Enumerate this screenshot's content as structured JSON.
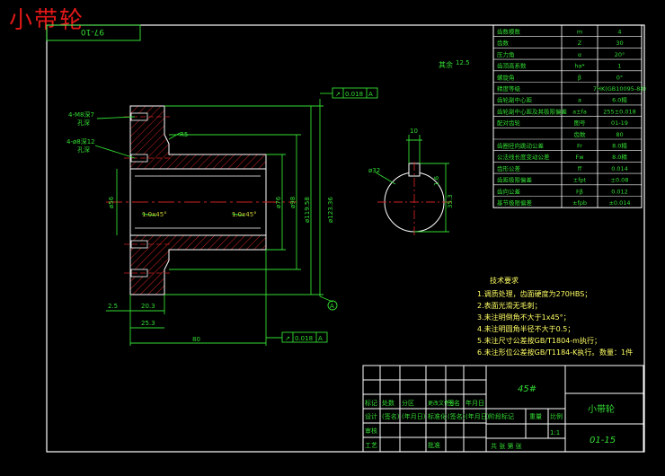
{
  "overlay_title": "小带轮",
  "corner_code": "97-10",
  "roughness_general": "其余",
  "roughness_value": "12.5",
  "datum": "A",
  "tol_frame_top": {
    "symbol": "↗",
    "value": "0.018",
    "datum": "A"
  },
  "tol_frame_bottom": {
    "symbol": "↗",
    "value": "0.018",
    "datum": "A"
  },
  "dims": {
    "d_bore_left": "ø56",
    "d_groove": "ø76",
    "d_hub": "ø98",
    "d_root": "ø119.58",
    "d_outer": "ø123.36",
    "len_2_5": "2.5",
    "len_20_3": "20.3",
    "len_25_3": "25.3",
    "len_80": "80",
    "chamfer_l": "1.0x45°",
    "chamfer_r": "1.0x45°",
    "radius": "R5",
    "hole_note_top_a": "4-M8深7",
    "hole_note_top_b": "孔深",
    "hole_note_mid_a": "4-ø8深12",
    "hole_note_mid_b": "孔深",
    "key_width": "10",
    "key_depth": "35.3",
    "key_dia": "ø32",
    "key_tol": "1.6"
  },
  "params": [
    {
      "name": "齿数模数",
      "sym": "m",
      "val": "4"
    },
    {
      "name": "齿数",
      "sym": "Z",
      "val": "30"
    },
    {
      "name": "压力角",
      "sym": "α",
      "val": "20°"
    },
    {
      "name": "齿顶高系数",
      "sym": "ha*",
      "val": "1"
    },
    {
      "name": "螺旋角",
      "sym": "β",
      "val": "0°"
    },
    {
      "name": "精度等级",
      "sym": "",
      "val": "7HK(GB10095-88)"
    },
    {
      "name": "齿轮副中心距",
      "sym": "a",
      "val": "6.0精"
    },
    {
      "name": "齿轮副中心距及其极限偏差",
      "sym": "a±fa",
      "val": "255±0.018"
    },
    {
      "name": "配对齿轮",
      "sym": "图号",
      "val": "01-19"
    },
    {
      "name": "",
      "sym": "齿数",
      "val": "80"
    },
    {
      "name": "齿圈径向跳动公差",
      "sym": "Fr",
      "val": "8.0精"
    },
    {
      "name": "公法线长度变动公差",
      "sym": "Fw",
      "val": "8.0精"
    },
    {
      "name": "齿形公差",
      "sym": "ff",
      "val": "0.014"
    },
    {
      "name": "齿距极限偏差",
      "sym": "±fpt",
      "val": "±0.08"
    },
    {
      "name": "齿向公差",
      "sym": "Fβ",
      "val": "0.012"
    },
    {
      "name": "基节极限偏差",
      "sym": "±fpb",
      "val": "±0.014"
    }
  ],
  "tech_req": {
    "title": "技术要求",
    "items": [
      "1.调质处理，齿面硬度为270HBS；",
      "2.表面光滑无毛刺；",
      "3.未注明倒角不大于1x45°；",
      "4.未注明圆角半径不大于0.5；",
      "5.未注尺寸公差按GB/T1804-m执行；",
      "6.未注形位公差按GB/T1184-K执行。"
    ],
    "qty": "数量：1件"
  },
  "title_block": {
    "material": "45#",
    "part_name": "小带轮",
    "scale": "1:1",
    "drawing_no": "01-15",
    "labels_row1": [
      "标记",
      "处数",
      "分区",
      "更改文件号",
      "签名",
      "年月日"
    ],
    "labels_row2": [
      "设计",
      "(签名)",
      "(年月日)",
      "标准化",
      "(签名)",
      "(年月日)"
    ],
    "labels_row3": [
      "审核",
      "",
      "",
      "",
      "",
      ""
    ],
    "labels_row4": [
      "工艺",
      "",
      "",
      "批准",
      "",
      ""
    ],
    "stage": "阶段标记",
    "weight": "重量",
    "ratio": "比例",
    "sheet": "共 张 第 张"
  }
}
